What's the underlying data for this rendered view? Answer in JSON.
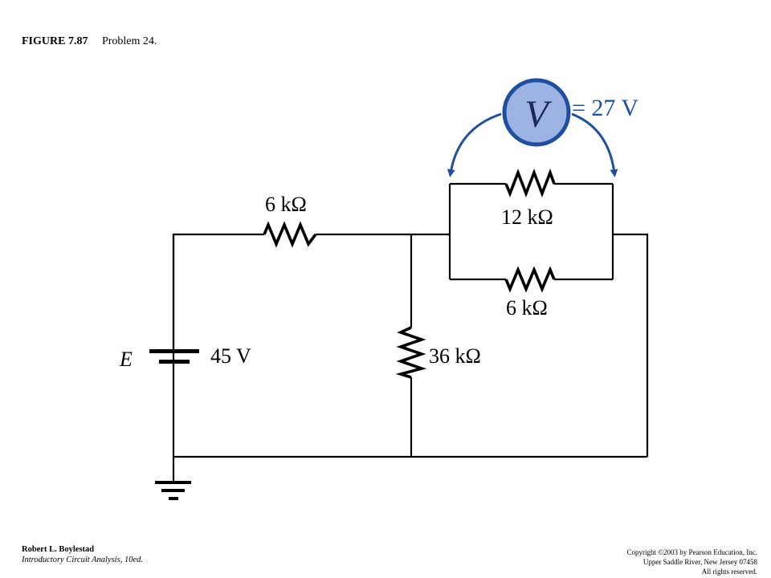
{
  "caption": {
    "figure": "FIGURE 7.87",
    "problem": "Problem 24."
  },
  "circuit": {
    "source": {
      "symbol": "E",
      "value": "45 V"
    },
    "resistors": {
      "r_series": "6 kΩ",
      "r_shunt": "36 kΩ",
      "r_parallel_top": "12 kΩ",
      "r_parallel_bottom": "6 kΩ"
    },
    "meter": {
      "symbol": "V",
      "reading": "= 27 V",
      "fill_color": "#9db3e3",
      "ring_color": "#1f4f9e",
      "arrow_color": "#1f4f9e"
    }
  },
  "footer": {
    "author": "Robert L. Boylestad",
    "book": "Introductory Circuit Analysis, 10ed.",
    "copyright": [
      "Copyright ©2003 by Pearson Education, Inc.",
      "Upper Saddle River, New Jersey 07458",
      "All rights reserved."
    ]
  }
}
